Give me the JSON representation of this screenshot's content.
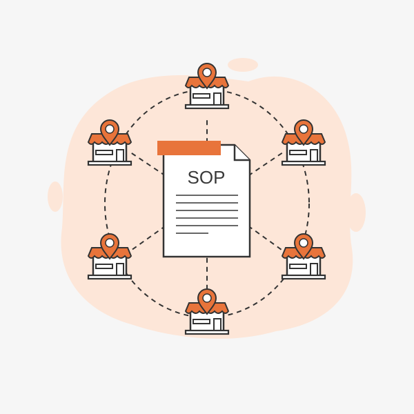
{
  "document": {
    "title": "SOP",
    "line_count": 6
  },
  "stores": [
    {
      "name": "store-top"
    },
    {
      "name": "store-upper-right"
    },
    {
      "name": "store-lower-right"
    },
    {
      "name": "store-bottom"
    },
    {
      "name": "store-lower-left"
    },
    {
      "name": "store-upper-left"
    }
  ],
  "colors": {
    "accent": "#e8743b",
    "blob": "#fde6d8",
    "stroke": "#333333",
    "background": "#f6f6f6"
  }
}
